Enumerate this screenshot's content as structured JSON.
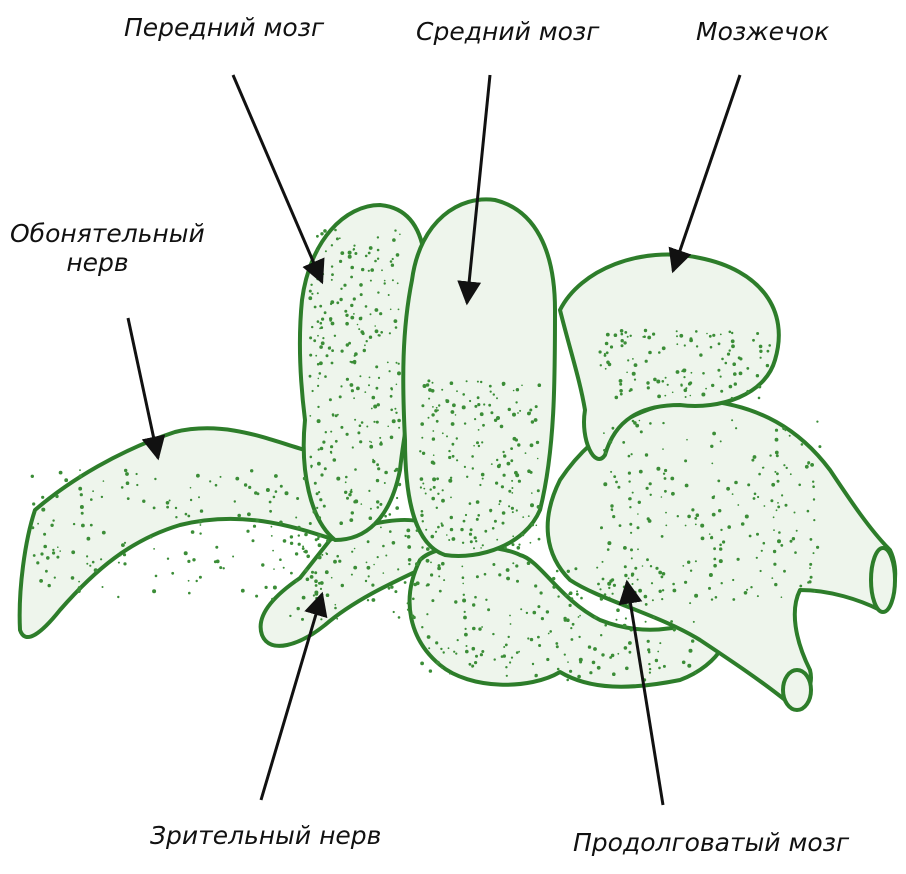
{
  "labels": {
    "forebrain": "Передний мозг",
    "midbrain": "Средний мозг",
    "cerebellum": "Мозжечок",
    "olfactory_line1": "Обонятельный",
    "olfactory_line2": "нерв",
    "optic_nerve": "Зрительный нерв",
    "medulla": "Продолговатый мозг"
  },
  "colors": {
    "outline": "#2d7d2a",
    "stipple": "#3b8d37",
    "fill": "#eef5ec",
    "text": "#111111"
  }
}
